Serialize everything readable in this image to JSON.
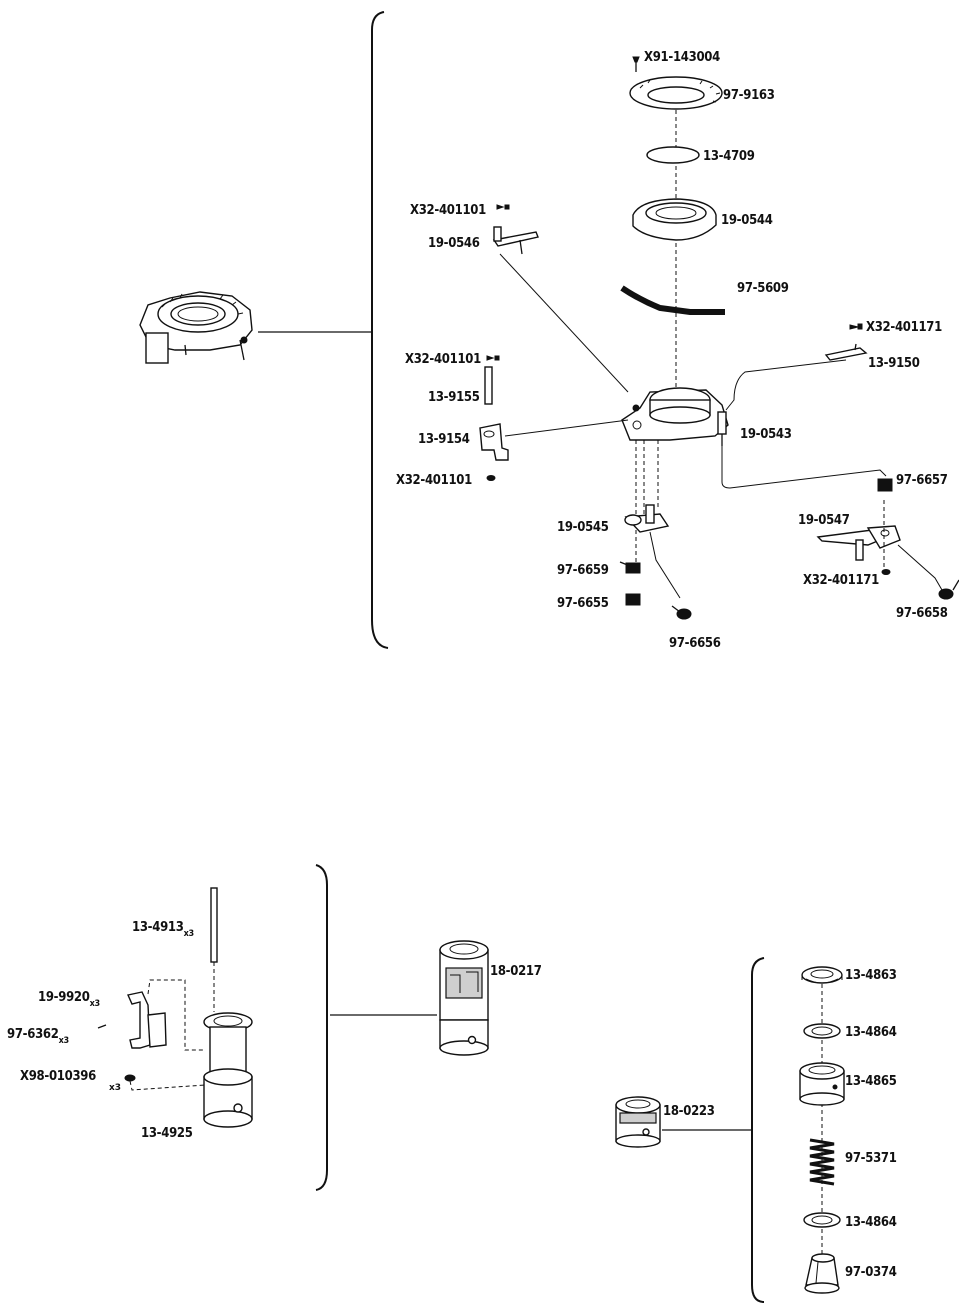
{
  "section_top": {
    "parts": [
      "X91-143004",
      "97-9163",
      "13-4709",
      "19-0544",
      "97-5609",
      "X32-401101",
      "19-0546",
      "X32-401171",
      "13-9150",
      "X32-401101",
      "13-9155",
      "13-9154",
      "X32-401101",
      "19-0543",
      "97-6657",
      "19-0545",
      "19-0547",
      "97-6659",
      "X32-401171",
      "97-6655",
      "97-6658",
      "97-6656"
    ]
  },
  "section_bottom_left": {
    "parts": [
      "13-4913",
      "19-9920",
      "97-6362",
      "X98-010396",
      "13-4925",
      "18-0217"
    ],
    "qty": [
      "x3",
      "x3",
      "x3",
      "x3"
    ]
  },
  "section_bottom_right": {
    "parts": [
      "13-4863",
      "13-4864",
      "13-4865",
      "97-5371",
      "13-4864",
      "97-0374",
      "18-0223"
    ]
  }
}
